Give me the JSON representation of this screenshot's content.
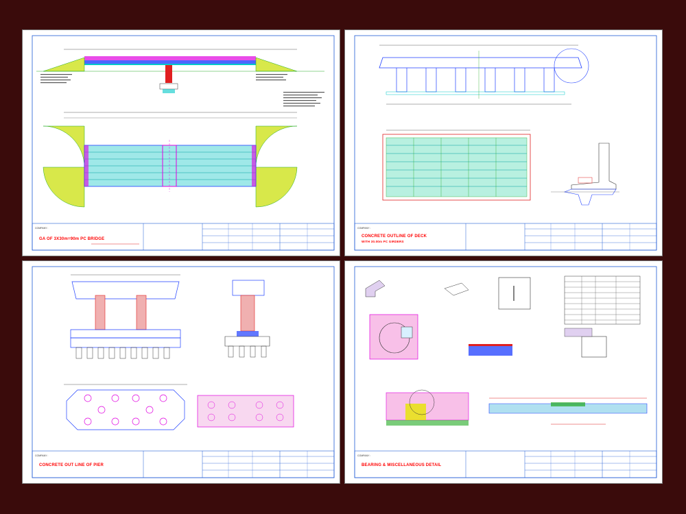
{
  "sheets": [
    {
      "id": "s1",
      "title": "GA OF 3X30m=90m PC BRIDGE",
      "tb_label": "COMPANY :"
    },
    {
      "id": "s2",
      "title": "CONCRETE OUTLINE OF DECK",
      "subtitle": "WITH 30.00m PC GIRDERS",
      "tb_label": "COMPANY :"
    },
    {
      "id": "s3",
      "title": "CONCRETE OUT LINE OF PIER",
      "tb_label": "COMPANY :"
    },
    {
      "id": "s4",
      "title": "BEARING & MISCELLANEOUS DETAIL",
      "tb_label": "COMPANY :"
    }
  ],
  "colors": {
    "background": "#3a0b0b",
    "sheet": "#ffffff",
    "frame": "#1f5bd6",
    "title_text": "#ff0000",
    "green": "#22aa22",
    "cyan": "#00c8c8",
    "magenta": "#e000e0",
    "yellow": "#e6e600",
    "red": "#e02020",
    "blue": "#1f3fff"
  }
}
